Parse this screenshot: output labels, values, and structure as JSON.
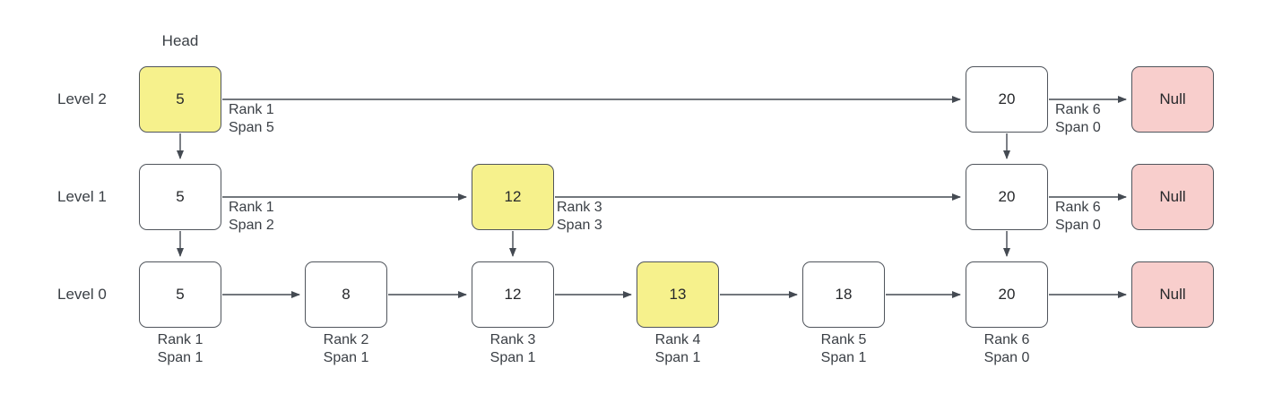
{
  "head_label": "Head",
  "null_label": "Null",
  "level_labels": {
    "level2": "Level 2",
    "level1": "Level 1",
    "level0": "Level 0"
  },
  "colors": {
    "highlight": "#F6F18C",
    "null_fill": "#F8CECC",
    "node_fill": "#FFFFFF",
    "border": "#50555C",
    "arrow": "#444A52",
    "text": "#3A3F45"
  },
  "nodes": {
    "l2_5": {
      "value": "5",
      "rank": "Rank 1",
      "span": "Span 5"
    },
    "l2_20": {
      "value": "20",
      "rank": "Rank 6",
      "span": "Span 0"
    },
    "l1_5": {
      "value": "5",
      "rank": "Rank 1",
      "span": "Span 2"
    },
    "l1_12": {
      "value": "12",
      "rank": "Rank 3",
      "span": "Span 3"
    },
    "l1_20": {
      "value": "20",
      "rank": "Rank 6",
      "span": "Span 0"
    },
    "l0_5": {
      "value": "5",
      "rank": "Rank 1",
      "span": "Span 1"
    },
    "l0_8": {
      "value": "8",
      "rank": "Rank 2",
      "span": "Span 1"
    },
    "l0_12": {
      "value": "12",
      "rank": "Rank 3",
      "span": "Span 1"
    },
    "l0_13": {
      "value": "13",
      "rank": "Rank 4",
      "span": "Span 1"
    },
    "l0_18": {
      "value": "18",
      "rank": "Rank 5",
      "span": "Span 1"
    },
    "l0_20": {
      "value": "20",
      "rank": "Rank 6",
      "span": "Span 0"
    }
  }
}
